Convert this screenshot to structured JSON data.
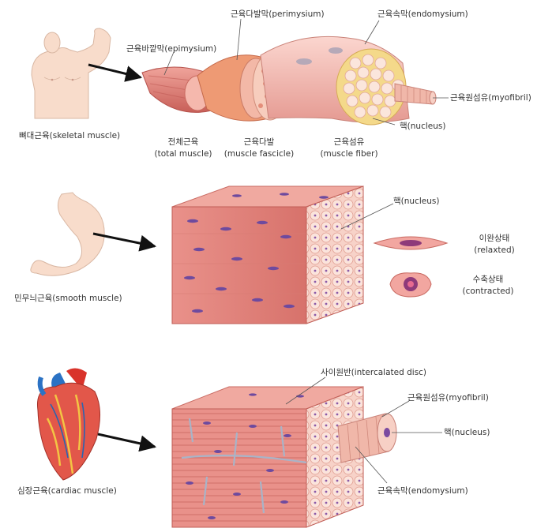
{
  "skeletal": {
    "title": "뼈대근육(skeletal muscle)",
    "epimysium": "근육바깥막(epimysium)",
    "perimysium": "근육다발막(perimysium)",
    "endomysium": "근육속막(endomysium)",
    "myofibril": "근육원섬유(myofibril)",
    "nucleus": "핵(nucleus)",
    "total_muscle_ko": "전체근육",
    "total_muscle_en": "(total muscle)",
    "fascicle_ko": "근육다발",
    "fascicle_en": "(muscle fascicle)",
    "fiber_ko": "근육섬유",
    "fiber_en": "(muscle fiber)"
  },
  "smooth": {
    "title": "민무늬근육(smooth muscle)",
    "nucleus": "핵(nucleus)",
    "relaxed_ko": "이완상태",
    "relaxed_en": "(relaxted)",
    "contracted_ko": "수축상태",
    "contracted_en": "(contracted)"
  },
  "cardiac": {
    "title": "심장근육(cardiac muscle)",
    "intercalated": "사이원반(intercalated disc)",
    "myofibril": "근육원섬유(myofibril)",
    "nucleus": "핵(nucleus)",
    "endomysium": "근육속막(endomysium)"
  },
  "colors": {
    "muscle": "#e8958f",
    "muscle_dark": "#c9625e",
    "muscle_light": "#f6c6bd",
    "nucleus": "#7b4aa0",
    "skin": "#f8dccb",
    "heart_red": "#d9332b"
  }
}
